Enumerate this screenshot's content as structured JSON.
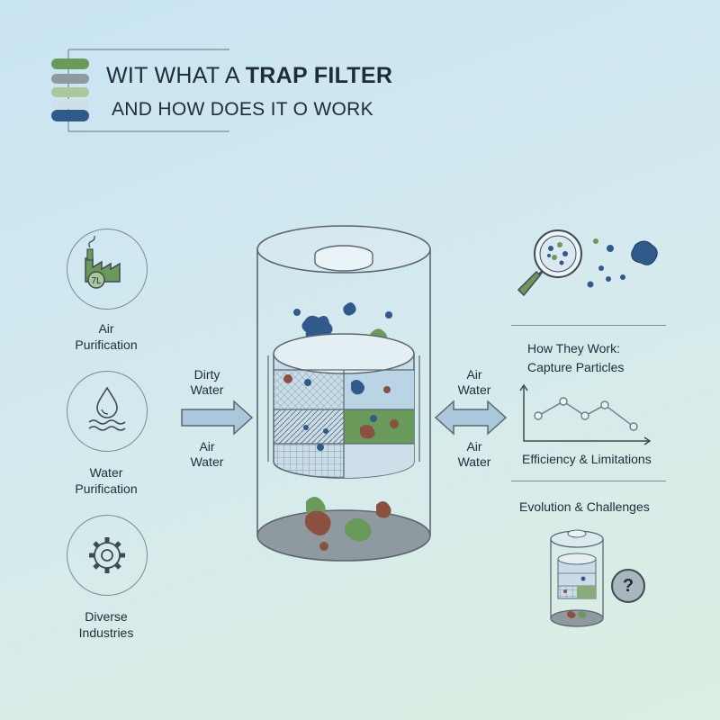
{
  "title": {
    "line1_prefix": "WIT WHAT A ",
    "line1_bold": "TRAP FILTER",
    "line2": "AND HOW DOES IT O WORK"
  },
  "applications": [
    {
      "label_line1": "Air",
      "label_line2": "Purification",
      "icon": "factory-icon"
    },
    {
      "label_line1": "Water",
      "label_line2": "Purification",
      "icon": "water-drop-icon"
    },
    {
      "label_line1": "Diverse",
      "label_line2": "Industries",
      "icon": "gear-icon"
    }
  ],
  "inflow": {
    "top_line1": "Dirty",
    "top_line2": "Water",
    "bottom_line1": "Air",
    "bottom_line2": "Water"
  },
  "outflow": {
    "top_line1": "Air",
    "top_line2": "Water",
    "bottom_line1": "Air",
    "bottom_line2": "Water"
  },
  "sections": {
    "how_it_works_line1": "How They Work:",
    "how_it_works_line2": "Capture Particles",
    "efficiency": "Efficiency & Limitations",
    "evolution": "Evolution & Challenges"
  },
  "question_mark": "?",
  "colors": {
    "navy": "#2f5a8a",
    "green": "#6a9a5a",
    "brown": "#8b5040",
    "gray_base": "#8f9aa0",
    "outline": "#5b6670"
  }
}
